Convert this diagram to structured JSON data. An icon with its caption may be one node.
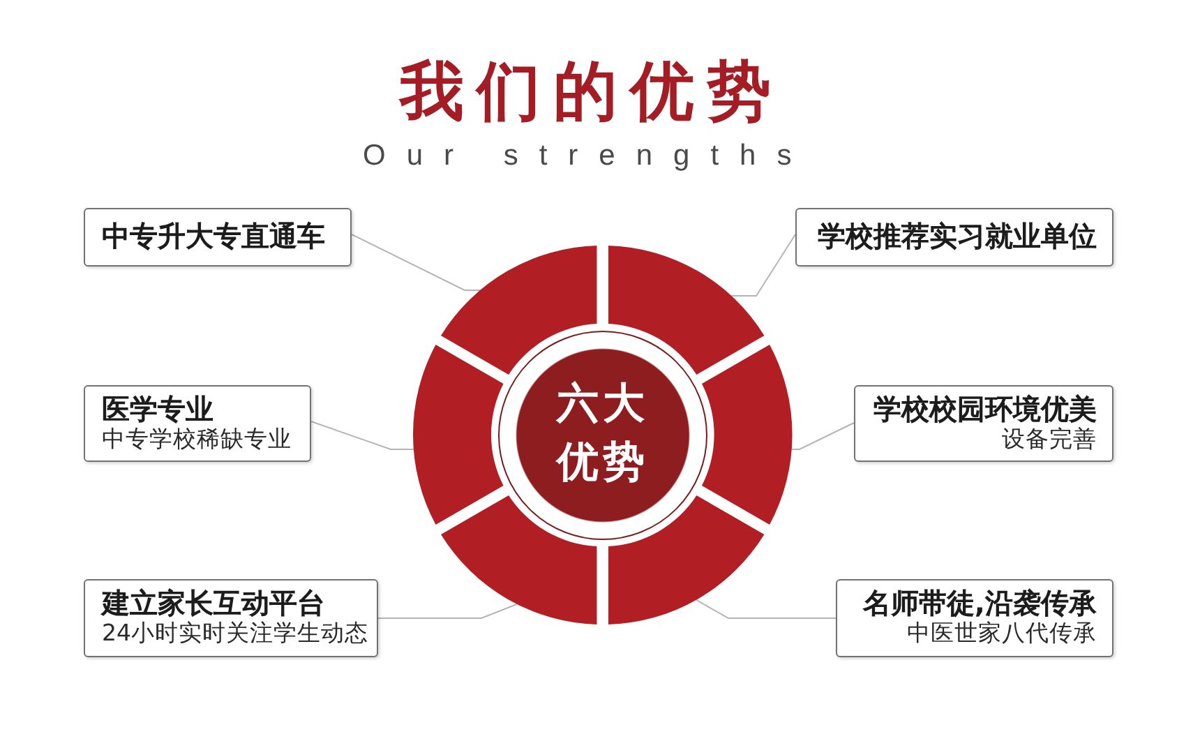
{
  "diagram": {
    "title": "我们的优势",
    "nodes": [
      {
        "text": [
          "中专升大专直通车"
        ]
      },
      {
        "text": [
          "学校推荐实习就业单位"
        ]
      },
      {
        "text": [
          "医学专业",
          "中专学校稀缺专业"
        ]
      },
      {
        "text": [
          "学校校园环境优美",
          "设备完善"
        ]
      },
      {
        "text": [
          "建立家长互动平台",
          "24小时实时关注学生动态"
        ]
      },
      {
        "text": [
          "名师带徒,沿袭传承",
          "中医世家八代传承"
        ]
      },
      {
        "text": [
          "六大优势"
        ]
      },
      {
        "text": [],
        "shape": "arc"
      },
      {
        "text": [],
        "shape": "arc"
      },
      {
        "text": [],
        "shape": "arc"
      },
      {
        "text": [],
        "shape": "arc"
      },
      {
        "text": [],
        "shape": "arc"
      },
      {
        "text": [],
        "shape": "arc"
      }
    ],
    "edges": [
      {
        "from": 0,
        "to": 7,
        "arrow": "none"
      },
      {
        "from": 1,
        "to": 8,
        "arrow": "none"
      },
      {
        "from": 2,
        "to": 9,
        "arrow": "none"
      },
      {
        "from": 3,
        "to": 10,
        "arrow": "none"
      },
      {
        "from": 4,
        "to": 11,
        "arrow": "none"
      },
      {
        "from": 5,
        "to": 12,
        "arrow": "none"
      }
    ],
    "labels": [
      "Our strengths"
    ]
  }
}
